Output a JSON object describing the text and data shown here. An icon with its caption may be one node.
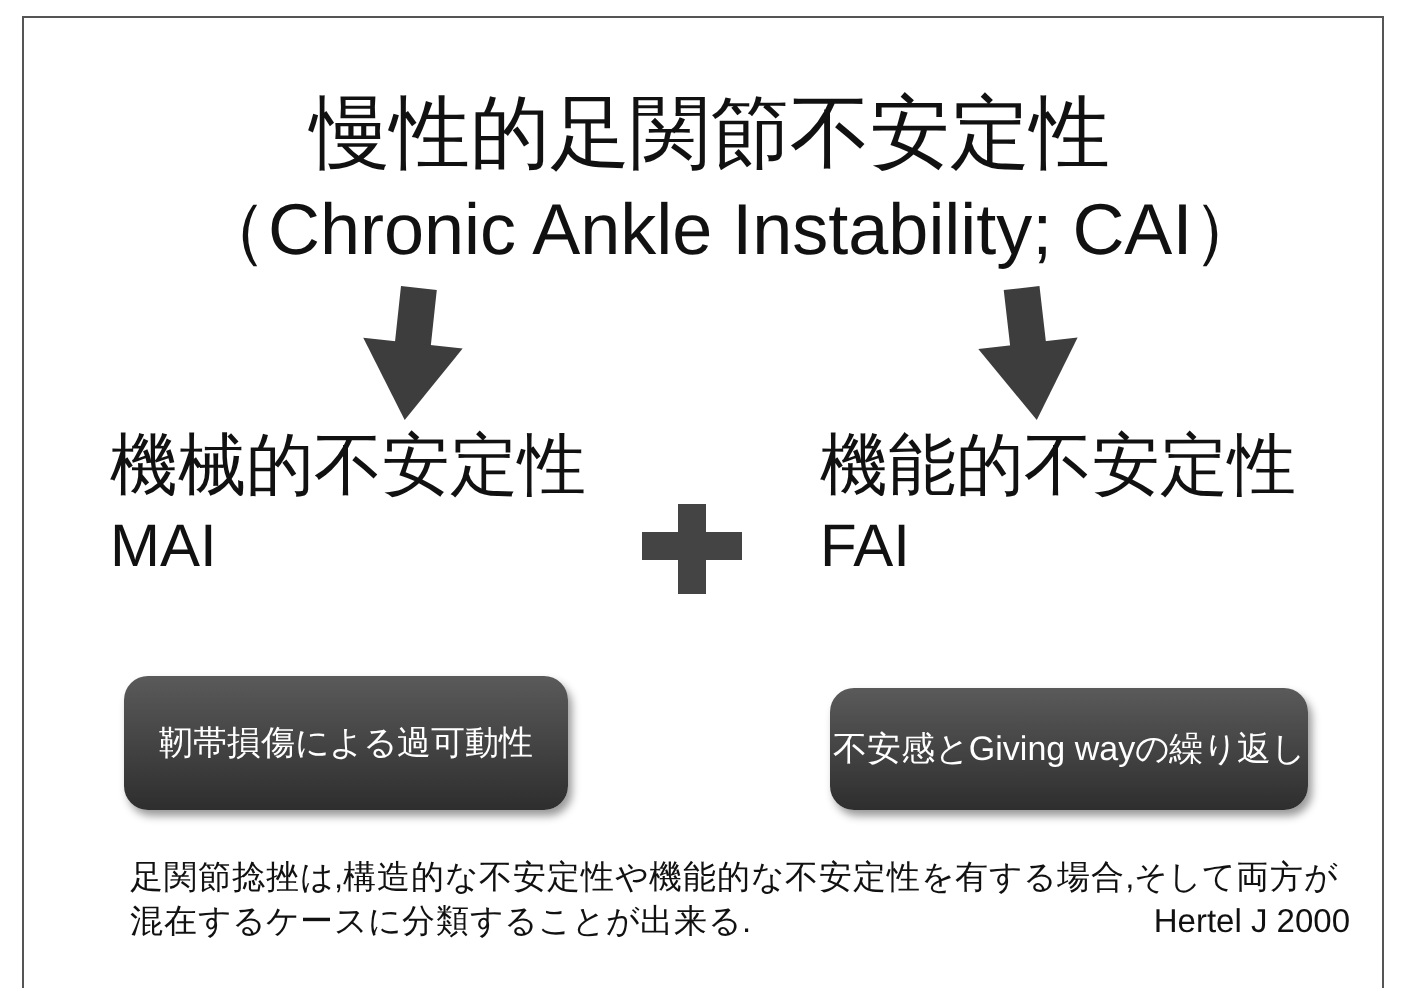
{
  "diagram": {
    "nodes": [
      {
        "text": [
          "慢性的足関節不安定性",
          "（Chronic Ankle Instability; CAI）"
        ]
      },
      {
        "text": [
          "機械的不安定性",
          "MAI"
        ]
      },
      {
        "text": [
          "機能的不安定性",
          "FAI"
        ]
      },
      {
        "text": [
          "靭帯損傷による過可動性"
        ]
      },
      {
        "text": [
          "不安感とGiving wayの繰り返し"
        ]
      }
    ],
    "edges": [
      {
        "from": 0,
        "to": 1,
        "arrow": "to"
      },
      {
        "from": 0,
        "to": 2,
        "arrow": "to"
      }
    ],
    "labels": [
      "足関節捻挫は,構造的な不安定性や機能的な不安定性を有する場合,そして両方が混在するケースに分類することが出来る.",
      "Hertel J 2000"
    ]
  }
}
